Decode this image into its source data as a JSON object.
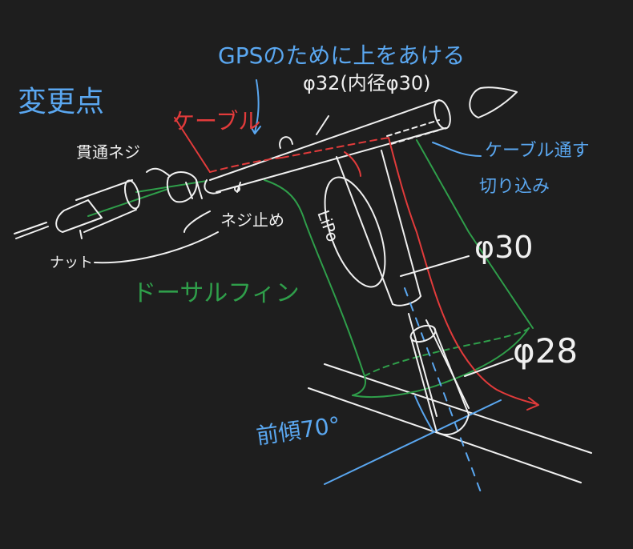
{
  "labels": {
    "change_points": "変更点",
    "gps_note": "GPSのために上をあける",
    "cable": "ケーブル",
    "tube_top": "φ32(内径φ30)",
    "through_screw": "貫通ネジ",
    "cable_notch_line1": "ケーブル通す",
    "cable_notch_line2": "切り込み",
    "lipo": "LiPo",
    "screw_stop": "ネジ止め",
    "nut": "ナット",
    "dorsal_fin": "ドーサルフィン",
    "dia_30": "φ30",
    "dia_28": "φ28",
    "tilt": "前傾70°"
  },
  "colors": {
    "background": "#1e1e1e",
    "stroke": "#f0f0f0",
    "blue": "#5aa7f0",
    "red": "#e23b3b",
    "green": "#2f9e4a"
  }
}
